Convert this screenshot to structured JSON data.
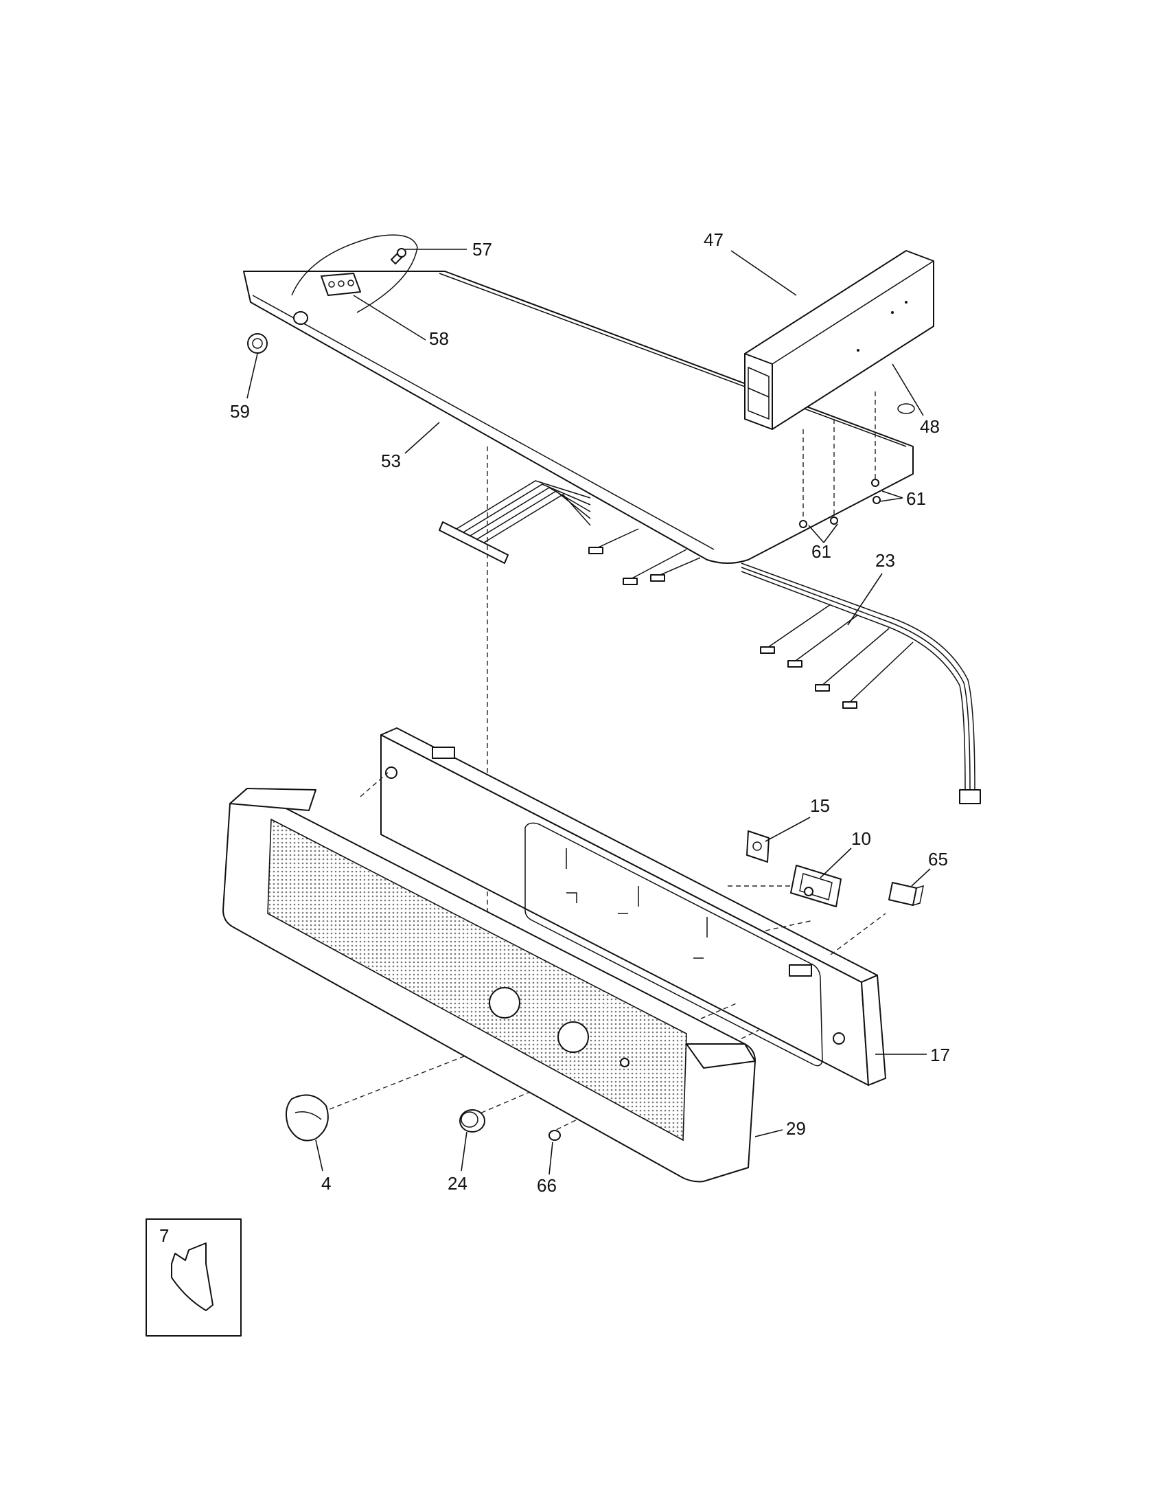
{
  "callouts": [
    {
      "id": "p57",
      "label": "57"
    },
    {
      "id": "p58",
      "label": "58"
    },
    {
      "id": "p59",
      "label": "59"
    },
    {
      "id": "p53",
      "label": "53"
    },
    {
      "id": "p47",
      "label": "47"
    },
    {
      "id": "p48",
      "label": "48"
    },
    {
      "id": "p61a",
      "label": "61"
    },
    {
      "id": "p61b",
      "label": "61"
    },
    {
      "id": "p23",
      "label": "23"
    },
    {
      "id": "p15",
      "label": "15"
    },
    {
      "id": "p10",
      "label": "10"
    },
    {
      "id": "p65",
      "label": "65"
    },
    {
      "id": "p17",
      "label": "17"
    },
    {
      "id": "p29",
      "label": "29"
    },
    {
      "id": "p4",
      "label": "4"
    },
    {
      "id": "p24",
      "label": "24"
    },
    {
      "id": "p66",
      "label": "66"
    },
    {
      "id": "p7",
      "label": "7"
    }
  ]
}
